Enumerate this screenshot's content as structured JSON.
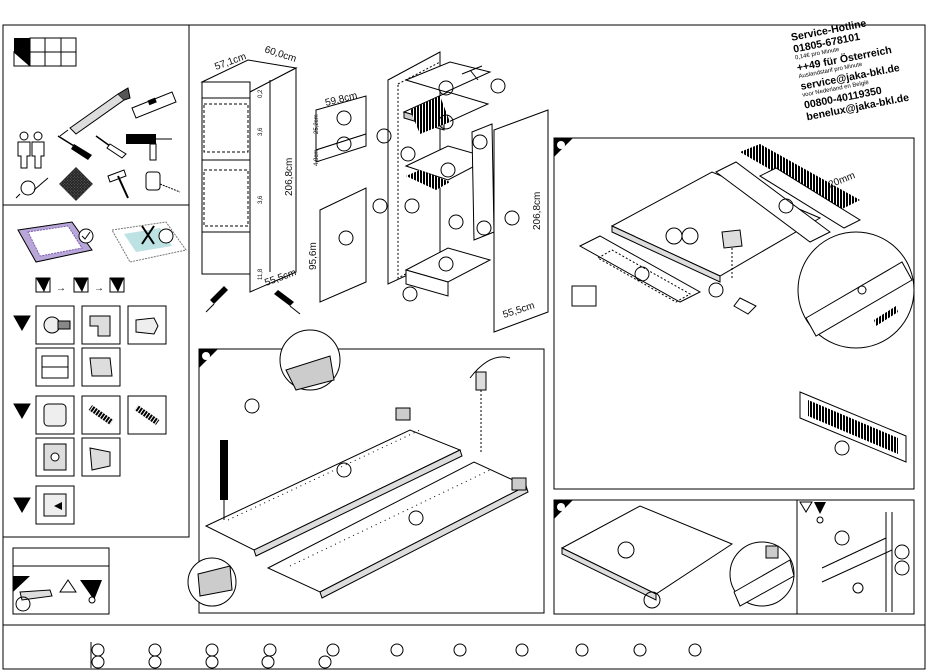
{
  "hotline": {
    "line1": "Service-Hotline",
    "line2": "01805-678101",
    "line3": "0,14€ pro Minute",
    "line4": "++49 für Österreich",
    "line5": "Auslandstarif pro Minute",
    "line6": "service@jaka-bkl.de",
    "line7": "voor Nederland en België",
    "line8": "00800-40119350",
    "line9": "benelux@jaka-bkl.de"
  },
  "dimensions": {
    "depth_top": "57,1cm",
    "width_top": "60,0cm",
    "height_total": "206,8cm",
    "depth_bottom": "55,5cm",
    "gap_top": "0,2",
    "gap_mid": "3,6",
    "gap_low": "3,6",
    "gap_bottom": "11,8",
    "panel_width": "59,8cm",
    "panel_height_a": "25,2cm",
    "panel_height_b": "4,8cm",
    "door_height": "95,6m",
    "side_height": "206,8cm",
    "side_depth": "55,5cm",
    "vent_depth": "20mm"
  },
  "colors": {
    "ink": "#000000",
    "panel_fill": "#f4f4f4",
    "ok_tint": "#b8a6d8",
    "bad_tint": "#9fd6d8"
  },
  "icons": [
    "cabinet-grid-icon",
    "caulk-gun-icon",
    "spirit-level-icon",
    "persons-icon",
    "screwdriver-icon",
    "drill-icon",
    "tape-icon",
    "carpet-icon",
    "hammer-icon",
    "cam-fitting-icon"
  ]
}
